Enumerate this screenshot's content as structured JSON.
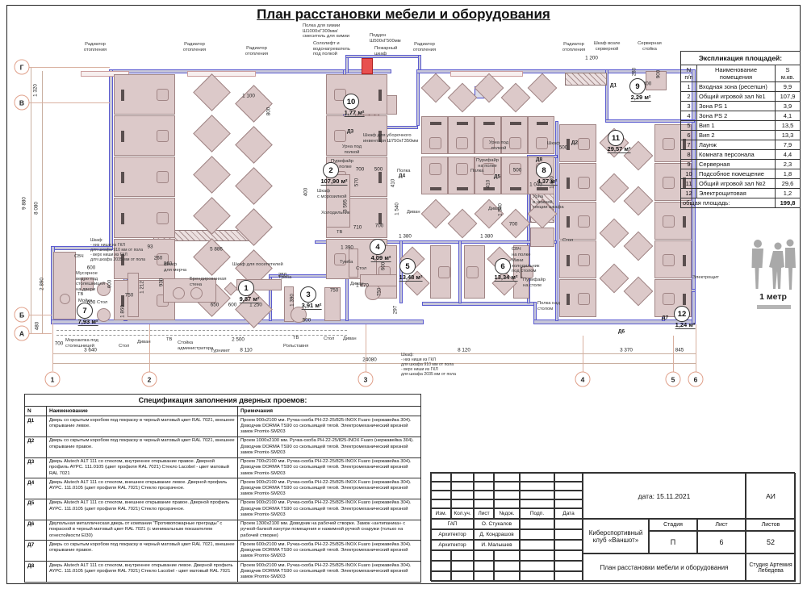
{
  "title": "План расстановки мебели и оборудования",
  "explication": {
    "title": "Экспликация площадей:",
    "col_n": "N\nп/п",
    "col_name": "Наименование\nпомещения",
    "col_s": "S\nм.кв.",
    "rows": [
      [
        "1",
        "Входная зона (ресепшн)",
        "9,9"
      ],
      [
        "2",
        "Общий игровой зал №1",
        "107,9"
      ],
      [
        "3",
        "Зона PS 1",
        "3,9"
      ],
      [
        "4",
        "Зона PS 2",
        "4,1"
      ],
      [
        "5",
        "Вип 1",
        "13,5"
      ],
      [
        "6",
        "Вип 2",
        "13,3"
      ],
      [
        "7",
        "Лаунж",
        "7,9"
      ],
      [
        "8",
        "Комната персонала",
        "4,4"
      ],
      [
        "9",
        "Серверная",
        "2,3"
      ],
      [
        "10",
        "Подсобное помещение",
        "1,8"
      ],
      [
        "11",
        "Общий игровой зал №2",
        "29,6"
      ],
      [
        "12",
        "Электрощитовая",
        "1,2"
      ]
    ],
    "total_label": "общая площадь:",
    "total_value": "199,8"
  },
  "door_spec": {
    "title": "Спецификация заполнения дверных проемов:",
    "col_n": "N",
    "col_name": "Наименование",
    "col_note": "Примечания",
    "rows": [
      {
        "n": "Д1",
        "name": "Дверь со скрытым коробом под покраску в черный матовый цвет RAL 7021, внешнее открывание левое.",
        "note": "Проем 900х2100 мм. Ручка-скоба PH-22-25/825-INOX Fuaro (нержавейка 304). Доводчик DORMA TS90 со скользящей тягой. Электромеханический врезной замок Promix-SM203"
      },
      {
        "n": "Д2",
        "name": "Дверь со скрытым коробом под покраску в черный матовый цвет RAL 7021, внешнее открывание правое.",
        "note": "Проем 1000х2100 мм. Ручка-скоба PH-22-25/825-INOX Fuaro (нержавейка 304). Доводчик DORMA TS90 со скользящей тягой. Электромеханический врезной замок Promix-SM203"
      },
      {
        "n": "Д3",
        "name": "Дверь Alutech ALT 111 со стеклом, внутреннее открывание правое. Дверной профиль AYPC. 111.0105 (цвет профиля RAL 7021) Стекло Lacobel - цвет матовый RAL 7021",
        "note": "Проем 700х2100 мм. Ручка-скоба PH-22-25/825-INOX Fuaro (нержавейка 304). Доводчик DORMA TS90 со скользящей тягой. Электромеханический врезной замок Promix-SM203"
      },
      {
        "n": "Д4",
        "name": "Дверь Alutech ALT 111 со стеклом, внешнее открывание левое. Дверной профиль AYPC. 111.0105 (цвет профиля RAL 7021) Стекло прозрачное.",
        "note": "Проем 900х2100 мм. Ручка-скоба PH-22-25/825-INOX Fuaro (нержавейка 304). Доводчик DORMA TS90 со скользящей тягой. Электромеханический врезной замок Promix-SM203"
      },
      {
        "n": "Д5",
        "name": "Дверь Alutech ALT 111 со стеклом, внешнее открывание правое. Дверной профиль AYPC. 111.0105 (цвет профиля RAL 7021) Стекло прозрачное.",
        "note": "Проем 900х2100 мм. Ручка-скоба PH-22-25/825-INOX Fuaro (нержавейка 304). Доводчик DORMA TS90 со скользящей тягой. Электромеханический врезной замок Promix-SM203"
      },
      {
        "n": "Д6",
        "name": "Двупольная металлическая дверь от компании \"Противопожарные преграды\" с покраской в черный матовый цвет RAL 7021 (с минимальным показателем огнестойкости EI30)",
        "note": "Проем 1300х2100 мм. Доводчик на рабочей створке. Замок «антипаника» с ручкой-балкой изнутри помещения и нажимной ручкой снаружи (только на рабочей створке)"
      },
      {
        "n": "Д7",
        "name": "Дверь со скрытым коробом под покраску в черный матовый цвет RAL 7021, внешнее открывание правое.",
        "note": "Проем 600х2100 мм. Ручка-скоба PH-22-25/825-INOX Fuaro (нержавейка 304). Доводчик DORMA TS90 со скользящей тягой. Электромеханический врезной замок Promix-SM203"
      },
      {
        "n": "Д8",
        "name": "Дверь Alutech ALT 111 со стеклом, внутреннее открывание левое. Дверной профиль AYPC. 111.0105 (цвет профиля RAL 7021) Стекло Lacobel - цвет матовый RAL 7021",
        "note": "Проем 900х2100 мм. Ручка-скоба PH-22-25/825-INOX Fuaro (нержавейка 304). Доводчик DORMA TS90 со скользящей тягой. Электромеханический врезной замок Promix-SM203"
      }
    ]
  },
  "title_block": {
    "date": "дата: 15.11.2021",
    "code": "АИ",
    "cols": [
      "Изм.",
      "Кол.уч.",
      "Лист",
      "№док.",
      "Подп.",
      "Дата"
    ],
    "people": [
      {
        "role": "ГАП",
        "name": "О. Стукалов"
      },
      {
        "role": "Архитектор",
        "name": "Д. Кондрашов"
      },
      {
        "role": "Архитектор",
        "name": "И. Малышев"
      }
    ],
    "project": "Киберспортивный\nклуб «Ваншот»",
    "stage_label": "Стадия",
    "sheet_label": "Лист",
    "sheets_label": "Листов",
    "stage": "П",
    "sheet": "6",
    "sheets": "52",
    "doc_title": "План расстановки мебели и оборудования",
    "studio": "Студия Артемия Лебедева"
  },
  "plan": {
    "scale_label": "1 метр",
    "axes_left": [
      "Г",
      "В",
      "Б",
      "А"
    ],
    "axes_bottom": [
      "1",
      "2",
      "3",
      "4",
      "5",
      "6"
    ],
    "doors": [
      "Д1",
      "Д2",
      "Д3",
      "Д4",
      "Д5",
      "Д6",
      "Д7",
      "Д8"
    ],
    "rooms": [
      {
        "n": "1",
        "area": "9,87 м²"
      },
      {
        "n": "2",
        "area": "107,90 м²"
      },
      {
        "n": "3",
        "area": "3,91 м²"
      },
      {
        "n": "4",
        "area": "4,09 м²"
      },
      {
        "n": "5",
        "area": "13,48 м²"
      },
      {
        "n": "6",
        "area": "13,34 м²"
      },
      {
        "n": "7",
        "area": "7,93 м²"
      },
      {
        "n": "8",
        "area": "4,37 м²"
      },
      {
        "n": "9",
        "area": "2,29 м²"
      },
      {
        "n": "10",
        "area": "1,77 м²"
      },
      {
        "n": "11",
        "area": "29,57 м²"
      },
      {
        "n": "12",
        "area": "1,24 м²"
      }
    ],
    "dims": [
      "1 320",
      "9 880",
      "8 080",
      "2 890",
      "480",
      "700",
      "3 640",
      "2 500",
      "8 110",
      "24080",
      "8 120",
      "3 370",
      "845",
      "1 100",
      "800",
      "5 886",
      "93",
      "260",
      "360",
      "600",
      "600",
      "600",
      "750",
      "1 212",
      "1 860",
      "938",
      "650",
      "600",
      "1 250",
      "250",
      "1 390",
      "500",
      "750",
      "1 470",
      "750",
      "297",
      "1 390",
      "1 380",
      "1 380",
      "700",
      "500",
      "570",
      "3 595",
      "410",
      "1 540",
      "710",
      "700",
      "500",
      "410",
      "1 540",
      "700",
      "500",
      "1 040",
      "1 400",
      "1 200",
      "280",
      "900",
      "800",
      "400",
      "600"
    ],
    "annotations": [
      "Радиатор\nотопления",
      "Радиатор\nотопления",
      "Радиатор\nотопления",
      "Радиатор\nотопления",
      "Радиатор\nотопления",
      "Полка для химии\nШ1000хГ300мм/\nсмеситель для химии",
      "Сололифт и\nводонагреватель\nпод полкой",
      "Поддон\nШ500хГ500мм",
      "Пожарный\nшкаф",
      "Шкаф возле\nсерверной",
      "Серверная\nстойка",
      "Шкаф для уборочного\nинвентаря Ш750хГ350мм",
      "Урна под\nполкой",
      "Пурифайр\nна полке",
      "Полка",
      "Урна под\nполкой",
      "Пурифайр\nна полке",
      "Полка",
      "Шкаф",
      "Шкаф\nс морозилкой",
      "Холодильник",
      "ТВ",
      "Тумба",
      "Стол",
      "Диван",
      "Диван",
      "Диван",
      "СВЧ\nна полке",
      "Мини\nхолодильник\nпод столом",
      "Пурифайр\nна столе",
      "Урна\nв нижней\nсекции шкафа",
      "Стол",
      "Полка над\nстолом",
      "Электрощит",
      "СВЧ",
      "Шкаф:\n- низ ниши из ГКЛ\nдля шкафа 910 мм от пола\n- верх ниши из ГКЛ\nдля шкафа 2035 мм от пола",
      "Мусорное\nведро под\nстолешницей\nна двери",
      "ТВ",
      "Мойка",
      "Стол",
      "Морозилка под\nстолешницей",
      "Стол",
      "Диван",
      "Шкаф\nдля мерча",
      "Брендированная\nстена",
      "Шкаф для посетителей",
      "ТВ",
      "Стойка\nадминистратора",
      "Турникет",
      "Рольставня",
      "ТВ",
      "Стол",
      "Диван",
      "Тумба",
      "Шкаф:\n- низ ниши из ГКЛ\nдля шкафа 910 мм от пола\n- верх ниши из ГКЛ\nдля шкафа 2035 мм от пола"
    ]
  }
}
